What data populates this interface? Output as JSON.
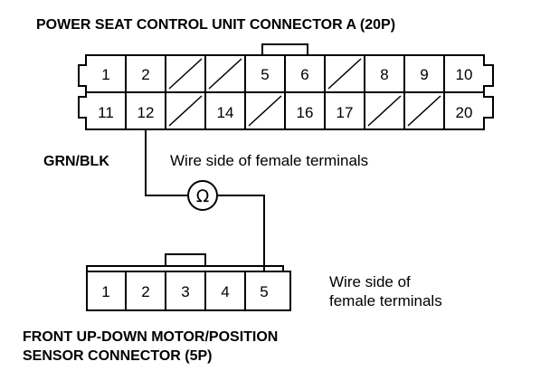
{
  "connector_a": {
    "title": "POWER SEAT CONTROL UNIT CONNECTOR A (20P)",
    "row1": [
      "1",
      "2",
      "",
      "",
      "5",
      "6",
      "",
      "8",
      "9",
      "10"
    ],
    "row2": [
      "11",
      "12",
      "",
      "14",
      "",
      "16",
      "17",
      "",
      "",
      "20"
    ],
    "caption": "Wire side of female terminals"
  },
  "wire_color": "GRN/BLK",
  "meter_symbol": "Ω",
  "connector_b": {
    "pins": [
      "1",
      "2",
      "3",
      "4",
      "5"
    ],
    "caption_line1": "Wire side of",
    "caption_line2": "female terminals",
    "title_line1": "FRONT UP-DOWN MOTOR/POSITION",
    "title_line2": "SENSOR CONNECTOR (5P)"
  }
}
